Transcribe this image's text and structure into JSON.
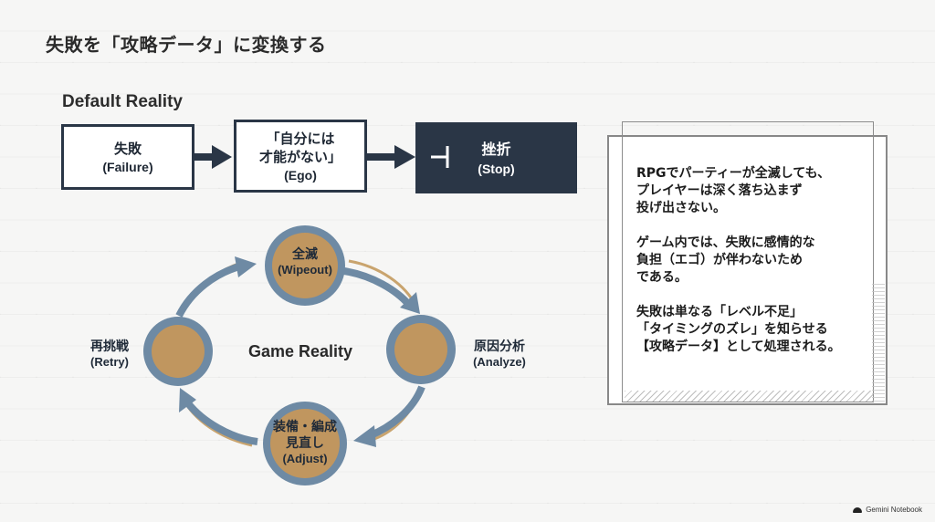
{
  "title": "失敗を「攻略データ」に変換する",
  "default_reality": {
    "label": "Default Reality",
    "boxes": [
      {
        "jp": "失敗",
        "en": "(Failure)"
      },
      {
        "jp": "「自分には\n才能がない」",
        "en": "(Ego)"
      },
      {
        "jp": "挫折",
        "en": "(Stop)"
      }
    ]
  },
  "game_reality": {
    "label": "Game Reality",
    "nodes": {
      "wipeout": {
        "jp": "全滅",
        "en": "(Wipeout)"
      },
      "analyze": {
        "jp": "原因分析",
        "en": "(Analyze)"
      },
      "adjust": {
        "jp": "装備・編成\n見直し",
        "en": "(Adjust)"
      },
      "retry": {
        "jp": "再挑戦",
        "en": "(Retry)"
      }
    }
  },
  "note": {
    "paragraphs": [
      "RPGでパーティーが全滅しても、\nプレイヤーは深く落ち込まず\n投げ出さない。",
      "ゲーム内では、失敗に感情的な\n負担（エゴ）が伴わないため\nである。",
      "失敗は単なる「レベル不足」\n「タイミングのズレ」を知らせる\n【攻略データ】として処理される。"
    ]
  },
  "watermark": "Gemini Notebook",
  "colors": {
    "navy": "#2a3646",
    "steel_blue": "#6e8aa4",
    "tan": "#c9a46e",
    "gold_fill": "#bf9560"
  }
}
